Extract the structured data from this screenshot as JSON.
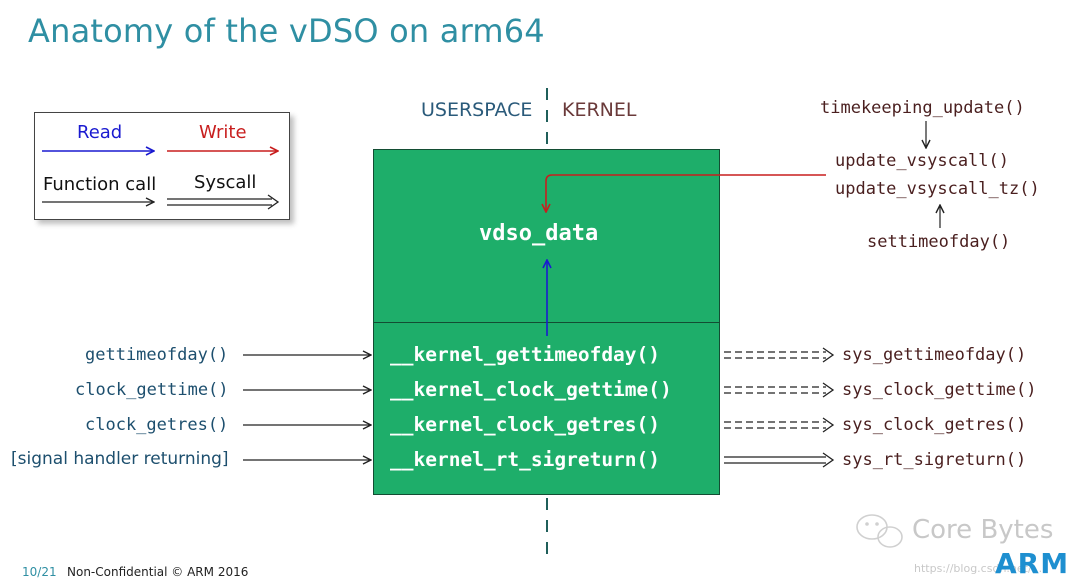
{
  "title": "Anatomy of the vDSO on arm64",
  "legend": {
    "read": "Read",
    "write": "Write",
    "function_call": "Function call",
    "syscall": "Syscall"
  },
  "regions": {
    "userspace": "USERSPACE",
    "kernel": "KERNEL"
  },
  "vdso_data": "vdso_data",
  "kernel_top": {
    "timekeeping_update": "timekeeping_update()",
    "update_vsyscall": "update_vsyscall()",
    "update_vsyscall_tz": "update_vsyscall_tz()",
    "settimeofday": "settimeofday()"
  },
  "rows": [
    {
      "user": "gettimeofday()",
      "vdso": "__kernel_gettimeofday()",
      "sys": "sys_gettimeofday()",
      "link": "dashed"
    },
    {
      "user": "clock_gettime()",
      "vdso": "__kernel_clock_gettime()",
      "sys": "sys_clock_gettime()",
      "link": "dashed"
    },
    {
      "user": "clock_getres()",
      "vdso": "__kernel_clock_getres()",
      "sys": "sys_clock_getres()",
      "link": "dashed"
    },
    {
      "user": "[signal handler returning]",
      "vdso": "__kernel_rt_sigreturn()",
      "sys": "sys_rt_sigreturn()",
      "link": "double"
    }
  ],
  "footer": {
    "page": "10/21",
    "notice": "Non-Confidential © ARM 2016"
  },
  "watermark": "Core Bytes",
  "url": "https://blog.csdn.net/...",
  "logo": "ARM",
  "colors": {
    "title": "#2f8fa3",
    "box": "#1eae6a",
    "read": "#1a1ad0",
    "write": "#c81e1e"
  }
}
